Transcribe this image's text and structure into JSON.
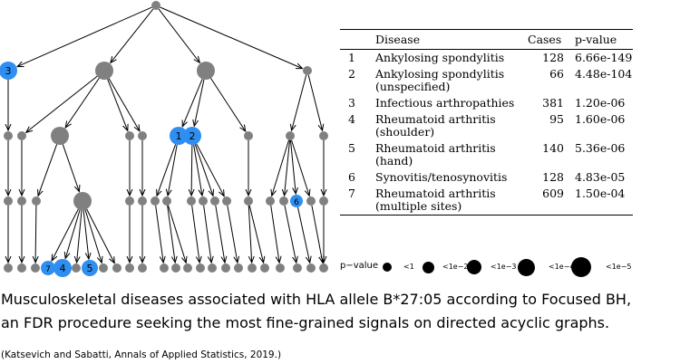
{
  "colors": {
    "node_default": "#808080",
    "node_highlight": "#2f8ff0",
    "edge": "#000000"
  },
  "table": {
    "headers": [
      "",
      "Disease",
      "Cases",
      "p-value"
    ],
    "rows": [
      {
        "index": "1",
        "disease": [
          "Ankylosing spondylitis"
        ],
        "cases": "128",
        "pvalue": "6.66e-149"
      },
      {
        "index": "2",
        "disease": [
          "Ankylosing spondylitis",
          "(unspecified)"
        ],
        "cases": "66",
        "pvalue": "4.48e-104"
      },
      {
        "index": "3",
        "disease": [
          "Infectious arthropathies"
        ],
        "cases": "381",
        "pvalue": "1.20e-06"
      },
      {
        "index": "4",
        "disease": [
          "Rheumatoid arthritis",
          "(shoulder)"
        ],
        "cases": "95",
        "pvalue": "1.60e-06"
      },
      {
        "index": "5",
        "disease": [
          "Rheumatoid arthritis",
          "(hand)"
        ],
        "cases": "140",
        "pvalue": "5.36e-06"
      },
      {
        "index": "6",
        "disease": [
          "Synovitis/tenosynovitis"
        ],
        "cases": "128",
        "pvalue": "4.83e-05"
      },
      {
        "index": "7",
        "disease": [
          "Rheumatoid arthritis",
          "(multiple sites)"
        ],
        "cases": "609",
        "pvalue": "1.50e-04"
      }
    ]
  },
  "legend": {
    "title": "p−value",
    "items": [
      {
        "label": "<1"
      },
      {
        "label": "<1e−2"
      },
      {
        "label": "<1e−3"
      },
      {
        "label": "<1e−4"
      },
      {
        "label": "<1e−5"
      }
    ]
  },
  "caption": {
    "line1": "Musculoskeletal diseases associated with HLA allele B*27:05 according to Focused BH,",
    "line2": "an FDR procedure seeking the most fine-grained signals on directed acyclic graphs."
  },
  "citation": "(Katsevich and Sabatti, Annals of Applied Statistics, 2019.)",
  "dag": {
    "node_labels": [
      "3",
      "1",
      "2",
      "6",
      "7",
      "4",
      "5"
    ]
  }
}
